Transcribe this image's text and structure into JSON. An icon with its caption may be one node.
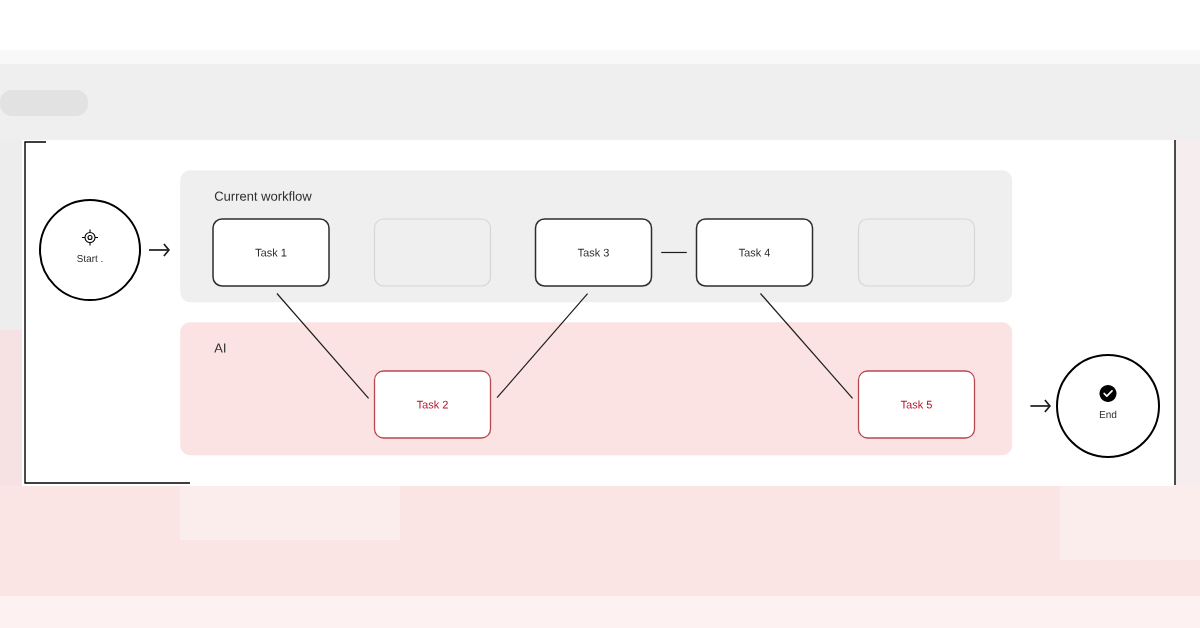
{
  "diagram": {
    "nodes": [
      {
        "text": [
          "Start ."
        ]
      },
      {
        "text": [
          "Current workflow"
        ]
      },
      {
        "text": [
          "Task 1"
        ],
        "in": 1
      },
      {
        "text": [],
        "shape": "box",
        "in": 1
      },
      {
        "text": [
          "Task 3"
        ],
        "in": 1
      },
      {
        "text": [
          "Task 4"
        ],
        "in": 1
      },
      {
        "text": [],
        "shape": "box",
        "in": 1
      },
      {
        "text": [
          "AI"
        ]
      },
      {
        "text": [
          "Task 2"
        ],
        "in": 7
      },
      {
        "text": [
          "Task 5"
        ],
        "in": 7
      },
      {
        "text": [
          "End"
        ]
      }
    ],
    "edges": [
      {
        "from": 0,
        "to": 1,
        "arrow": "to"
      },
      {
        "from": 2,
        "to": 8,
        "arrow": "none"
      },
      {
        "from": 8,
        "to": 4,
        "arrow": "none"
      },
      {
        "from": 4,
        "to": 5,
        "arrow": "none"
      },
      {
        "from": 5,
        "to": 9,
        "arrow": "none"
      },
      {
        "from": 7,
        "to": 10,
        "arrow": "to"
      }
    ]
  }
}
